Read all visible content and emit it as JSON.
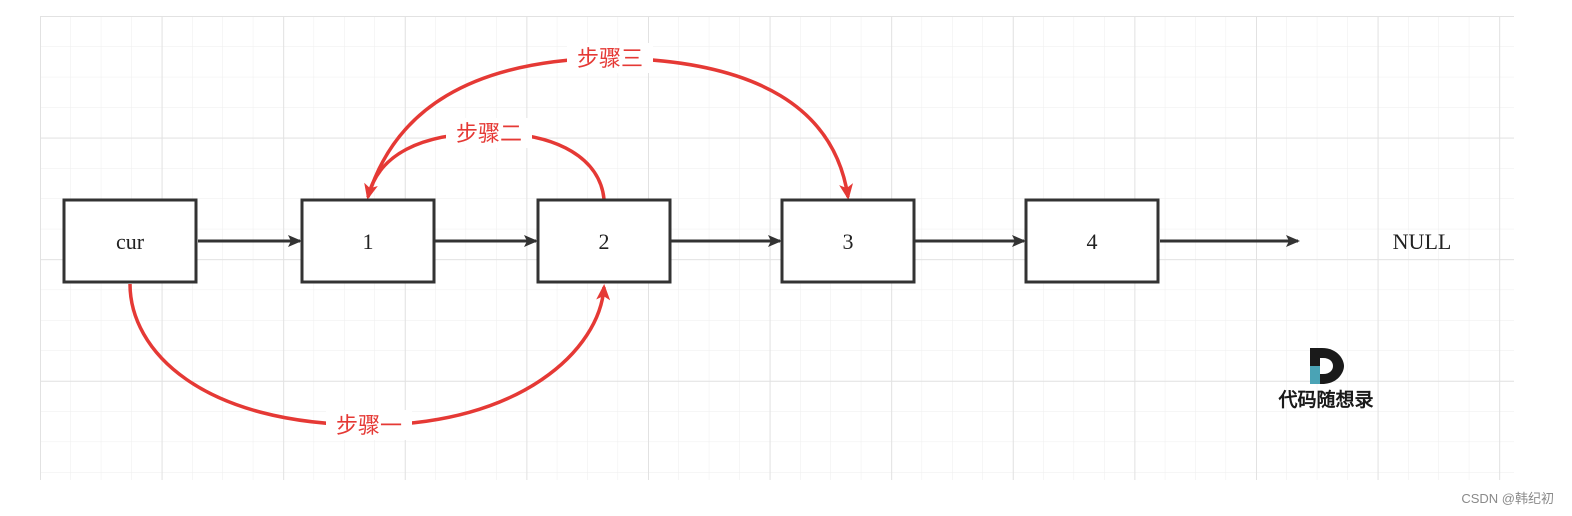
{
  "nodes": [
    {
      "label": "cur"
    },
    {
      "label": "1"
    },
    {
      "label": "2"
    },
    {
      "label": "3"
    },
    {
      "label": "4"
    }
  ],
  "null_label": "NULL",
  "steps": {
    "one": "步骤一",
    "two": "步骤二",
    "three": "步骤三"
  },
  "logo": {
    "letter": "D",
    "text": "代码随想录"
  },
  "watermark": "CSDN @韩纪初",
  "colors": {
    "step": "#e53935",
    "arrow": "#333333",
    "grid": "#e6e6e6",
    "logo_teal": "#4aa3b5"
  }
}
